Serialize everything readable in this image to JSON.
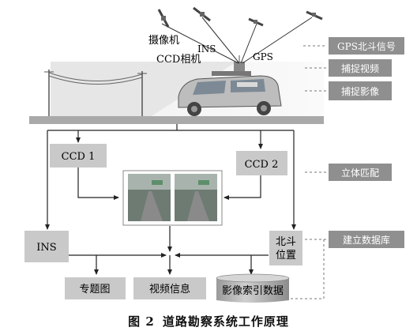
{
  "labels": {
    "camera": "摄像机",
    "ins_top": "INS",
    "ccd_camera": "CCD相机",
    "gps": "GPS",
    "ccd1": "CCD 1",
    "ccd2": "CCD 2",
    "ins": "INS",
    "beidou_1": "北斗",
    "beidou_2": "位置",
    "thematic_map": "专题图",
    "video_info": "视频信息",
    "image_index": "影像索引数据"
  },
  "side_labels": {
    "gps_beidou": "GPS北斗信号",
    "capture_video": "捕捉视频",
    "capture_image": "捕捉影像",
    "stereo_match": "立体匹配",
    "build_db": "建立数据库"
  },
  "caption": {
    "number": "图 2",
    "text": "道路勘察系统工作原理"
  },
  "colors": {
    "box_fill": "#c9c9c9",
    "side_fill": "#8f8f8f",
    "line": "#222222",
    "road": "#a9a9a9"
  }
}
